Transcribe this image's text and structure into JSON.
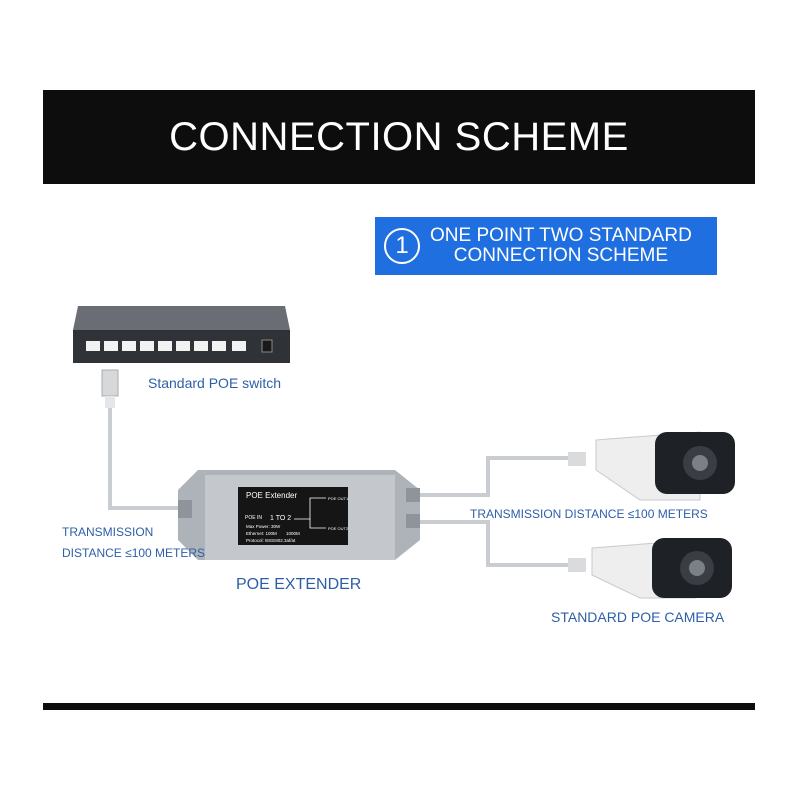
{
  "banner": {
    "title": "CONNECTION SCHEME"
  },
  "badge": {
    "number": "1",
    "line1": "ONE POINT TWO STANDARD",
    "line2": "CONNECTION SCHEME"
  },
  "labels": {
    "switch": "Standard POE switch",
    "transmission_left_line1": "TRANSMISSION",
    "transmission_left_line2": "DISTANCE ≤100 METERS",
    "extender": "POE EXTENDER",
    "transmission_right": "TRANSMISSION DISTANCE ≤100 METERS",
    "camera": "STANDARD POE CAMERA"
  },
  "extender_panel": {
    "title": "POE Extender",
    "poe_in": "POE IN",
    "ratio": "1 TO 2",
    "poe_out1": "POE OUT1",
    "poe_out2": "POE OUT2",
    "max_power": "Max Power: 30W",
    "ethernet": "Ethernet: 100M",
    "ethernet_2": "1000M",
    "protocol": "Protocol: IEEE802.3af/at"
  },
  "colors": {
    "banner": "#0d0d0d",
    "badge": "#1f6fe0",
    "label": "#2d5fa8",
    "cable": "#c9ccd0"
  }
}
